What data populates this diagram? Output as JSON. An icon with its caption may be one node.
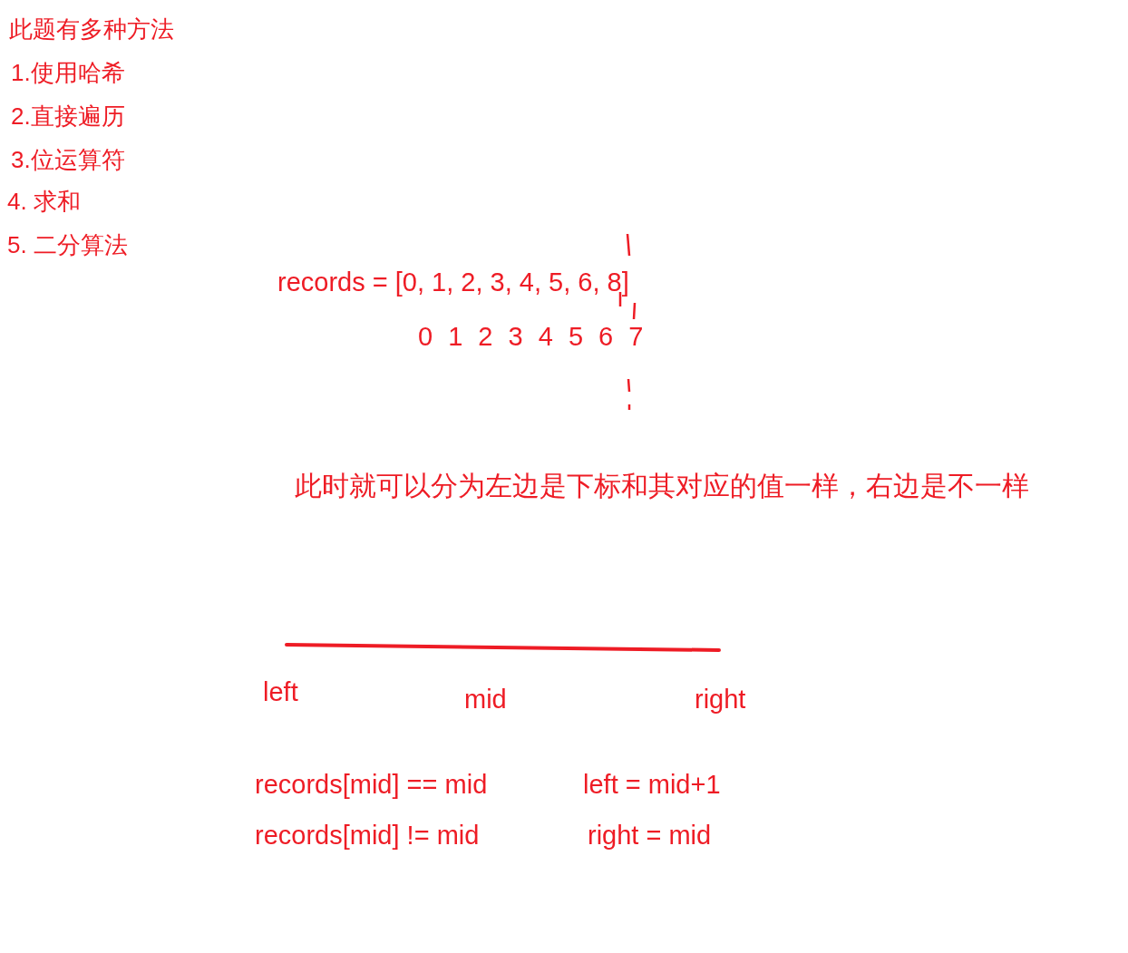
{
  "diagram": {
    "labels": [
      "此题有多种方法",
      "1.使用哈希",
      "2.直接遍历",
      "3.位运算符",
      "4. 求和",
      "5. 二分算法",
      "records = [0, 1, 2, 3, 4, 5, 6, 8]",
      "0 1 2 3 4 5 6 7",
      "此时就可以分为左边是下标和其对应的值一样，右边是不一样",
      "left",
      "mid",
      "right",
      "records[mid] == mid",
      "left = mid+1",
      "records[mid] != mid",
      "right = mid"
    ]
  }
}
